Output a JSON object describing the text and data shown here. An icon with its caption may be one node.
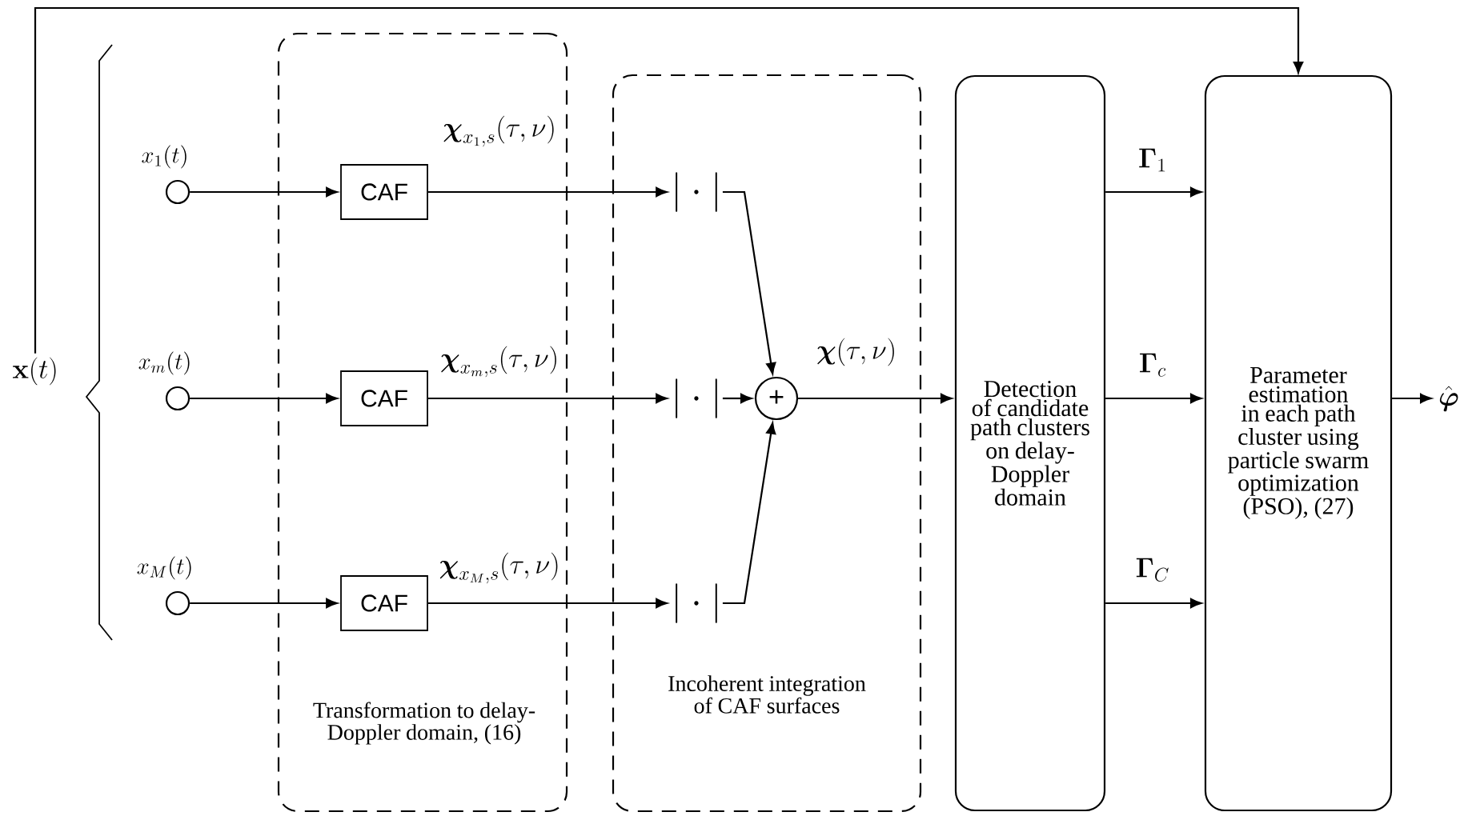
{
  "diagram": {
    "nodes": [
      {
        "text": [
          "Transformation to delay-Doppler domain, (16)"
        ]
      },
      {
        "text": [
          "Incoherent integration of CAF surfaces"
        ]
      },
      {
        "text": [
          "\\mathbf{x}(t)"
        ]
      },
      {
        "text": [],
        "shape": "circle",
        "beside": [
          "x_1(t)"
        ]
      },
      {
        "text": [],
        "shape": "circle",
        "beside": [
          "x_m(t)"
        ]
      },
      {
        "text": [],
        "shape": "circle",
        "beside": [
          "x_M(t)"
        ]
      },
      {
        "text": [
          "CAF"
        ],
        "in": 0
      },
      {
        "text": [
          "CAF"
        ],
        "in": 0
      },
      {
        "text": [
          "CAF"
        ],
        "in": 0
      },
      {
        "text": [
          "|\\cdot|"
        ],
        "in": 1
      },
      {
        "text": [
          "|\\cdot|"
        ],
        "in": 1
      },
      {
        "text": [
          "|\\cdot|"
        ],
        "in": 1
      },
      {
        "text": [
          "+"
        ],
        "in": 1
      },
      {
        "text": [
          "Detection of candidate path clusters on delay-Doppler domain"
        ]
      },
      {
        "text": [
          "Parameter estimation in each path cluster using particle swarm optimization (PSO), (27)"
        ]
      },
      {
        "text": [
          "\\hat{\\boldsymbol{\\varphi}}"
        ]
      }
    ],
    "edges": [
      {
        "from": 3,
        "to": 6,
        "arrow": "to"
      },
      {
        "from": 4,
        "to": 7,
        "arrow": "to"
      },
      {
        "from": 5,
        "to": 8,
        "arrow": "to"
      },
      {
        "from": 6,
        "to": 9,
        "arrow": "to",
        "label": "\\boldsymbol{\\chi}_{x_1,s}(\\tau,\\nu)"
      },
      {
        "from": 7,
        "to": 10,
        "arrow": "to",
        "label": "\\boldsymbol{\\chi}_{x_m,s}(\\tau,\\nu)"
      },
      {
        "from": 8,
        "to": 11,
        "arrow": "to",
        "label": "\\boldsymbol{\\chi}_{x_M,s}(\\tau,\\nu)"
      },
      {
        "from": 9,
        "to": 12,
        "arrow": "to"
      },
      {
        "from": 10,
        "to": 12,
        "arrow": "to"
      },
      {
        "from": 11,
        "to": 12,
        "arrow": "to"
      },
      {
        "from": 12,
        "to": 13,
        "arrow": "to",
        "label": "\\boldsymbol{\\chi}(\\tau,\\nu)"
      },
      {
        "from": 13,
        "to": 14,
        "arrow": "to",
        "label": "\\mathbf{\\Gamma}_1"
      },
      {
        "from": 13,
        "to": 14,
        "arrow": "to",
        "label": "\\mathbf{\\Gamma}_c"
      },
      {
        "from": 13,
        "to": 14,
        "arrow": "to",
        "label": "\\mathbf{\\Gamma}_C"
      },
      {
        "from": 14,
        "to": 15,
        "arrow": "to"
      },
      {
        "from": 2,
        "to": 14,
        "arrow": "to"
      }
    ]
  }
}
